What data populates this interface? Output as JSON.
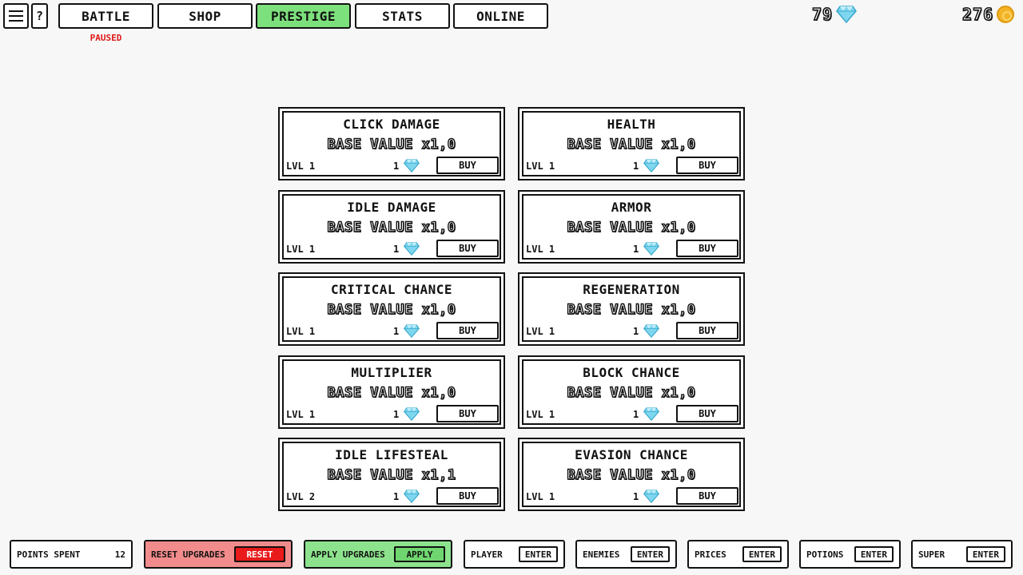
{
  "header": {
    "menu_icon": "hamburger-menu-icon",
    "help_label": "?",
    "tabs": [
      {
        "label": "BATTLE"
      },
      {
        "label": "SHOP"
      },
      {
        "label": "PRESTIGE"
      },
      {
        "label": "STATS"
      },
      {
        "label": "ONLINE"
      }
    ],
    "active_tab": "PRESTIGE",
    "status": "PAUSED"
  },
  "currencies": {
    "gems": "79",
    "gem_icon": "diamond-icon",
    "coins": "276",
    "coin_icon": "coin-icon"
  },
  "upgrades": [
    {
      "name": "CLICK DAMAGE",
      "base": "BASE VALUE x1,0",
      "level": "LVL 1",
      "cost": "1",
      "buy_label": "BUY"
    },
    {
      "name": "HEALTH",
      "base": "BASE VALUE x1,0",
      "level": "LVL 1",
      "cost": "1",
      "buy_label": "BUY"
    },
    {
      "name": "IDLE DAMAGE",
      "base": "BASE VALUE x1,0",
      "level": "LVL 1",
      "cost": "1",
      "buy_label": "BUY"
    },
    {
      "name": "ARMOR",
      "base": "BASE VALUE x1,0",
      "level": "LVL 1",
      "cost": "1",
      "buy_label": "BUY"
    },
    {
      "name": "CRITICAL CHANCE",
      "base": "BASE VALUE x1,0",
      "level": "LVL 1",
      "cost": "1",
      "buy_label": "BUY"
    },
    {
      "name": "REGENERATION",
      "base": "BASE VALUE x1,0",
      "level": "LVL 1",
      "cost": "1",
      "buy_label": "BUY"
    },
    {
      "name": "MULTIPLIER",
      "base": "BASE VALUE x1,0",
      "level": "LVL 1",
      "cost": "1",
      "buy_label": "BUY"
    },
    {
      "name": "BLOCK CHANCE",
      "base": "BASE VALUE x1,0",
      "level": "LVL 1",
      "cost": "1",
      "buy_label": "BUY"
    },
    {
      "name": "IDLE LIFESTEAL",
      "base": "BASE VALUE x1,1",
      "level": "LVL 2",
      "cost": "1",
      "buy_label": "BUY"
    },
    {
      "name": "EVASION CHANCE",
      "base": "BASE VALUE x1,0",
      "level": "LVL 1",
      "cost": "1",
      "buy_label": "BUY"
    }
  ],
  "footer": {
    "points_spent": {
      "label": "POINTS SPENT",
      "value": "12"
    },
    "reset": {
      "label": "RESET UPGRADES",
      "button": "RESET"
    },
    "apply": {
      "label": "APPLY UPGRADES",
      "button": "APPLY"
    },
    "sections": [
      {
        "label": "PLAYER",
        "button": "ENTER"
      },
      {
        "label": "ENEMIES",
        "button": "ENTER"
      },
      {
        "label": "PRICES",
        "button": "ENTER"
      },
      {
        "label": "POTIONS",
        "button": "ENTER"
      },
      {
        "label": "SUPER",
        "button": "ENTER"
      }
    ]
  },
  "colors": {
    "active_tab": "#7ce07c",
    "paused_text": "#e01818",
    "reset_panel": "#f28c8c",
    "reset_button": "#e81a1a",
    "apply_panel": "#8de38d",
    "apply_button": "#6fd66f",
    "gem": "#7fd6ef",
    "coin": "#f3b325"
  }
}
